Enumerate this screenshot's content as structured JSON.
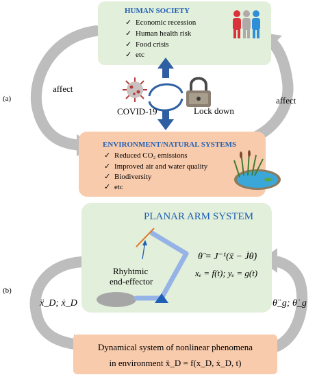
{
  "panel_a": {
    "label": "(a)",
    "human_society": {
      "title": "HUMAN SOCIETY",
      "items": [
        "Economic recession",
        "Human health risk",
        "Food crisis",
        "etc"
      ]
    },
    "environment": {
      "title": "ENVIRONMENT/NATURAL SYSTEMS",
      "items": [
        "Reduced CO₂ emissions",
        "Improved air and water quality",
        "Biodiversity",
        "etc"
      ]
    },
    "covid_label": "COVID-19",
    "lockdown_label": "Lock down",
    "affect_left": "affect",
    "affect_right": "affect"
  },
  "panel_b": {
    "label": "(b)",
    "title": "PLANAR ARM SYSTEM",
    "effector_label_line1": "Rhyhtmic",
    "effector_label_line2": "end-effector",
    "eq1": "θ̈ = J⁻¹(ẍ − J̇θ̇)",
    "eq2": "xₑ = f(t);  yₑ = g(t)",
    "left_label": "ẍ_D; ẋ_D",
    "right_label": "θ̈_g; θ̇_g",
    "bottom_line1": "Dynamical system of nonlinear phenomena",
    "bottom_line2": "in environment  ẍ_D = f(x_D, ẋ_D, t)"
  },
  "colors": {
    "green_box": "#e2efda",
    "orange_box": "#f8cbad",
    "title_blue": "#1f5fb5",
    "arrow_gray": "#b8b8b8",
    "center_arrow": "#2e5fa3",
    "arm_blue": "#95b3e6"
  },
  "icons": [
    "people-icon",
    "virus-icon",
    "padlock-icon",
    "pond-icon",
    "check-icon"
  ]
}
